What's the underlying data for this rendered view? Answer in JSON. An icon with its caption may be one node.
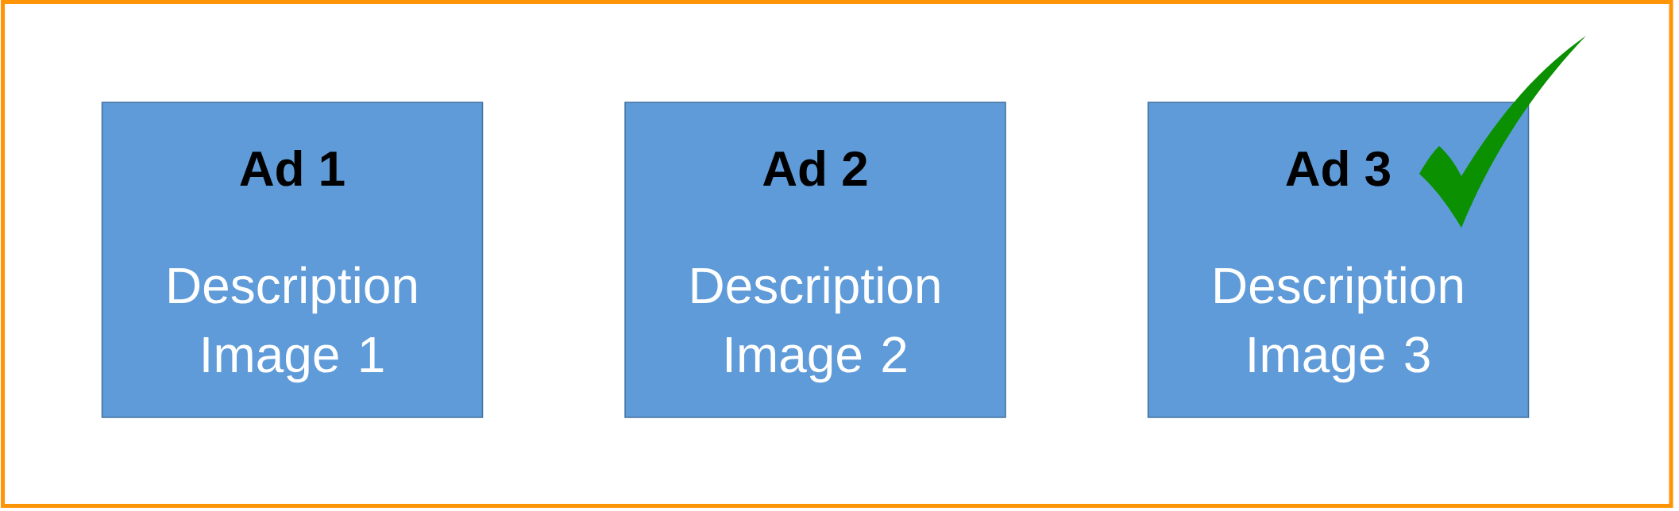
{
  "diagram": {
    "nodes": [
      {
        "text": [
          "Ad 1",
          "Description Image 1"
        ]
      },
      {
        "text": [
          "Ad 2",
          "Description Image 2"
        ]
      },
      {
        "text": [
          "Ad 3",
          "Description Image 3"
        ]
      }
    ]
  }
}
